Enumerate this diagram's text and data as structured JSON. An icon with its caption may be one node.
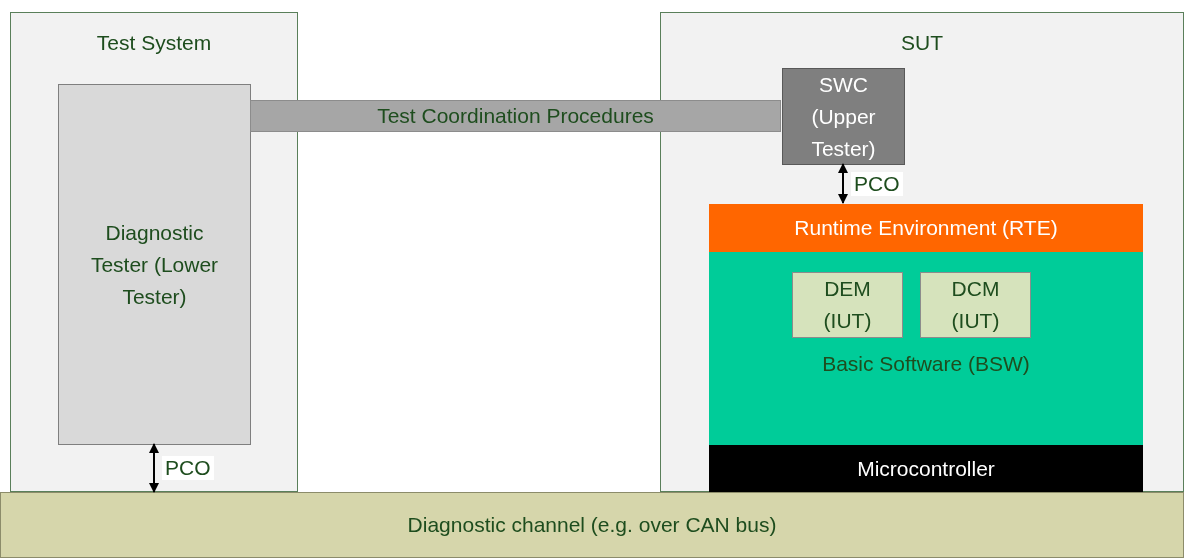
{
  "diagram": {
    "nodes": [
      {
        "text": [
          "Test System"
        ]
      },
      {
        "text": [
          "Diagnostic Tester (Lower Tester)"
        ],
        "in": 0
      },
      {
        "text": [
          "SUT"
        ]
      },
      {
        "text": [
          "SWC (Upper Tester)"
        ],
        "in": 2
      },
      {
        "text": [
          "Runtime Environment (RTE)"
        ],
        "in": 2
      },
      {
        "text": [
          "Basic Software (BSW)"
        ],
        "in": 2
      },
      {
        "text": [
          "DEM (IUT)"
        ],
        "in": 5
      },
      {
        "text": [
          "DCM (IUT)"
        ],
        "in": 5
      },
      {
        "text": [
          "Microcontroller"
        ],
        "in": 2
      },
      {
        "text": [
          "Test Coordination Procedures"
        ]
      },
      {
        "text": [
          "Diagnostic channel (e.g. over CAN bus)"
        ]
      }
    ],
    "edges": [
      {
        "from": 1,
        "to": 10,
        "arrow": "both",
        "label": "PCO"
      },
      {
        "from": 3,
        "to": 4,
        "arrow": "both",
        "label": "PCO"
      }
    ]
  }
}
